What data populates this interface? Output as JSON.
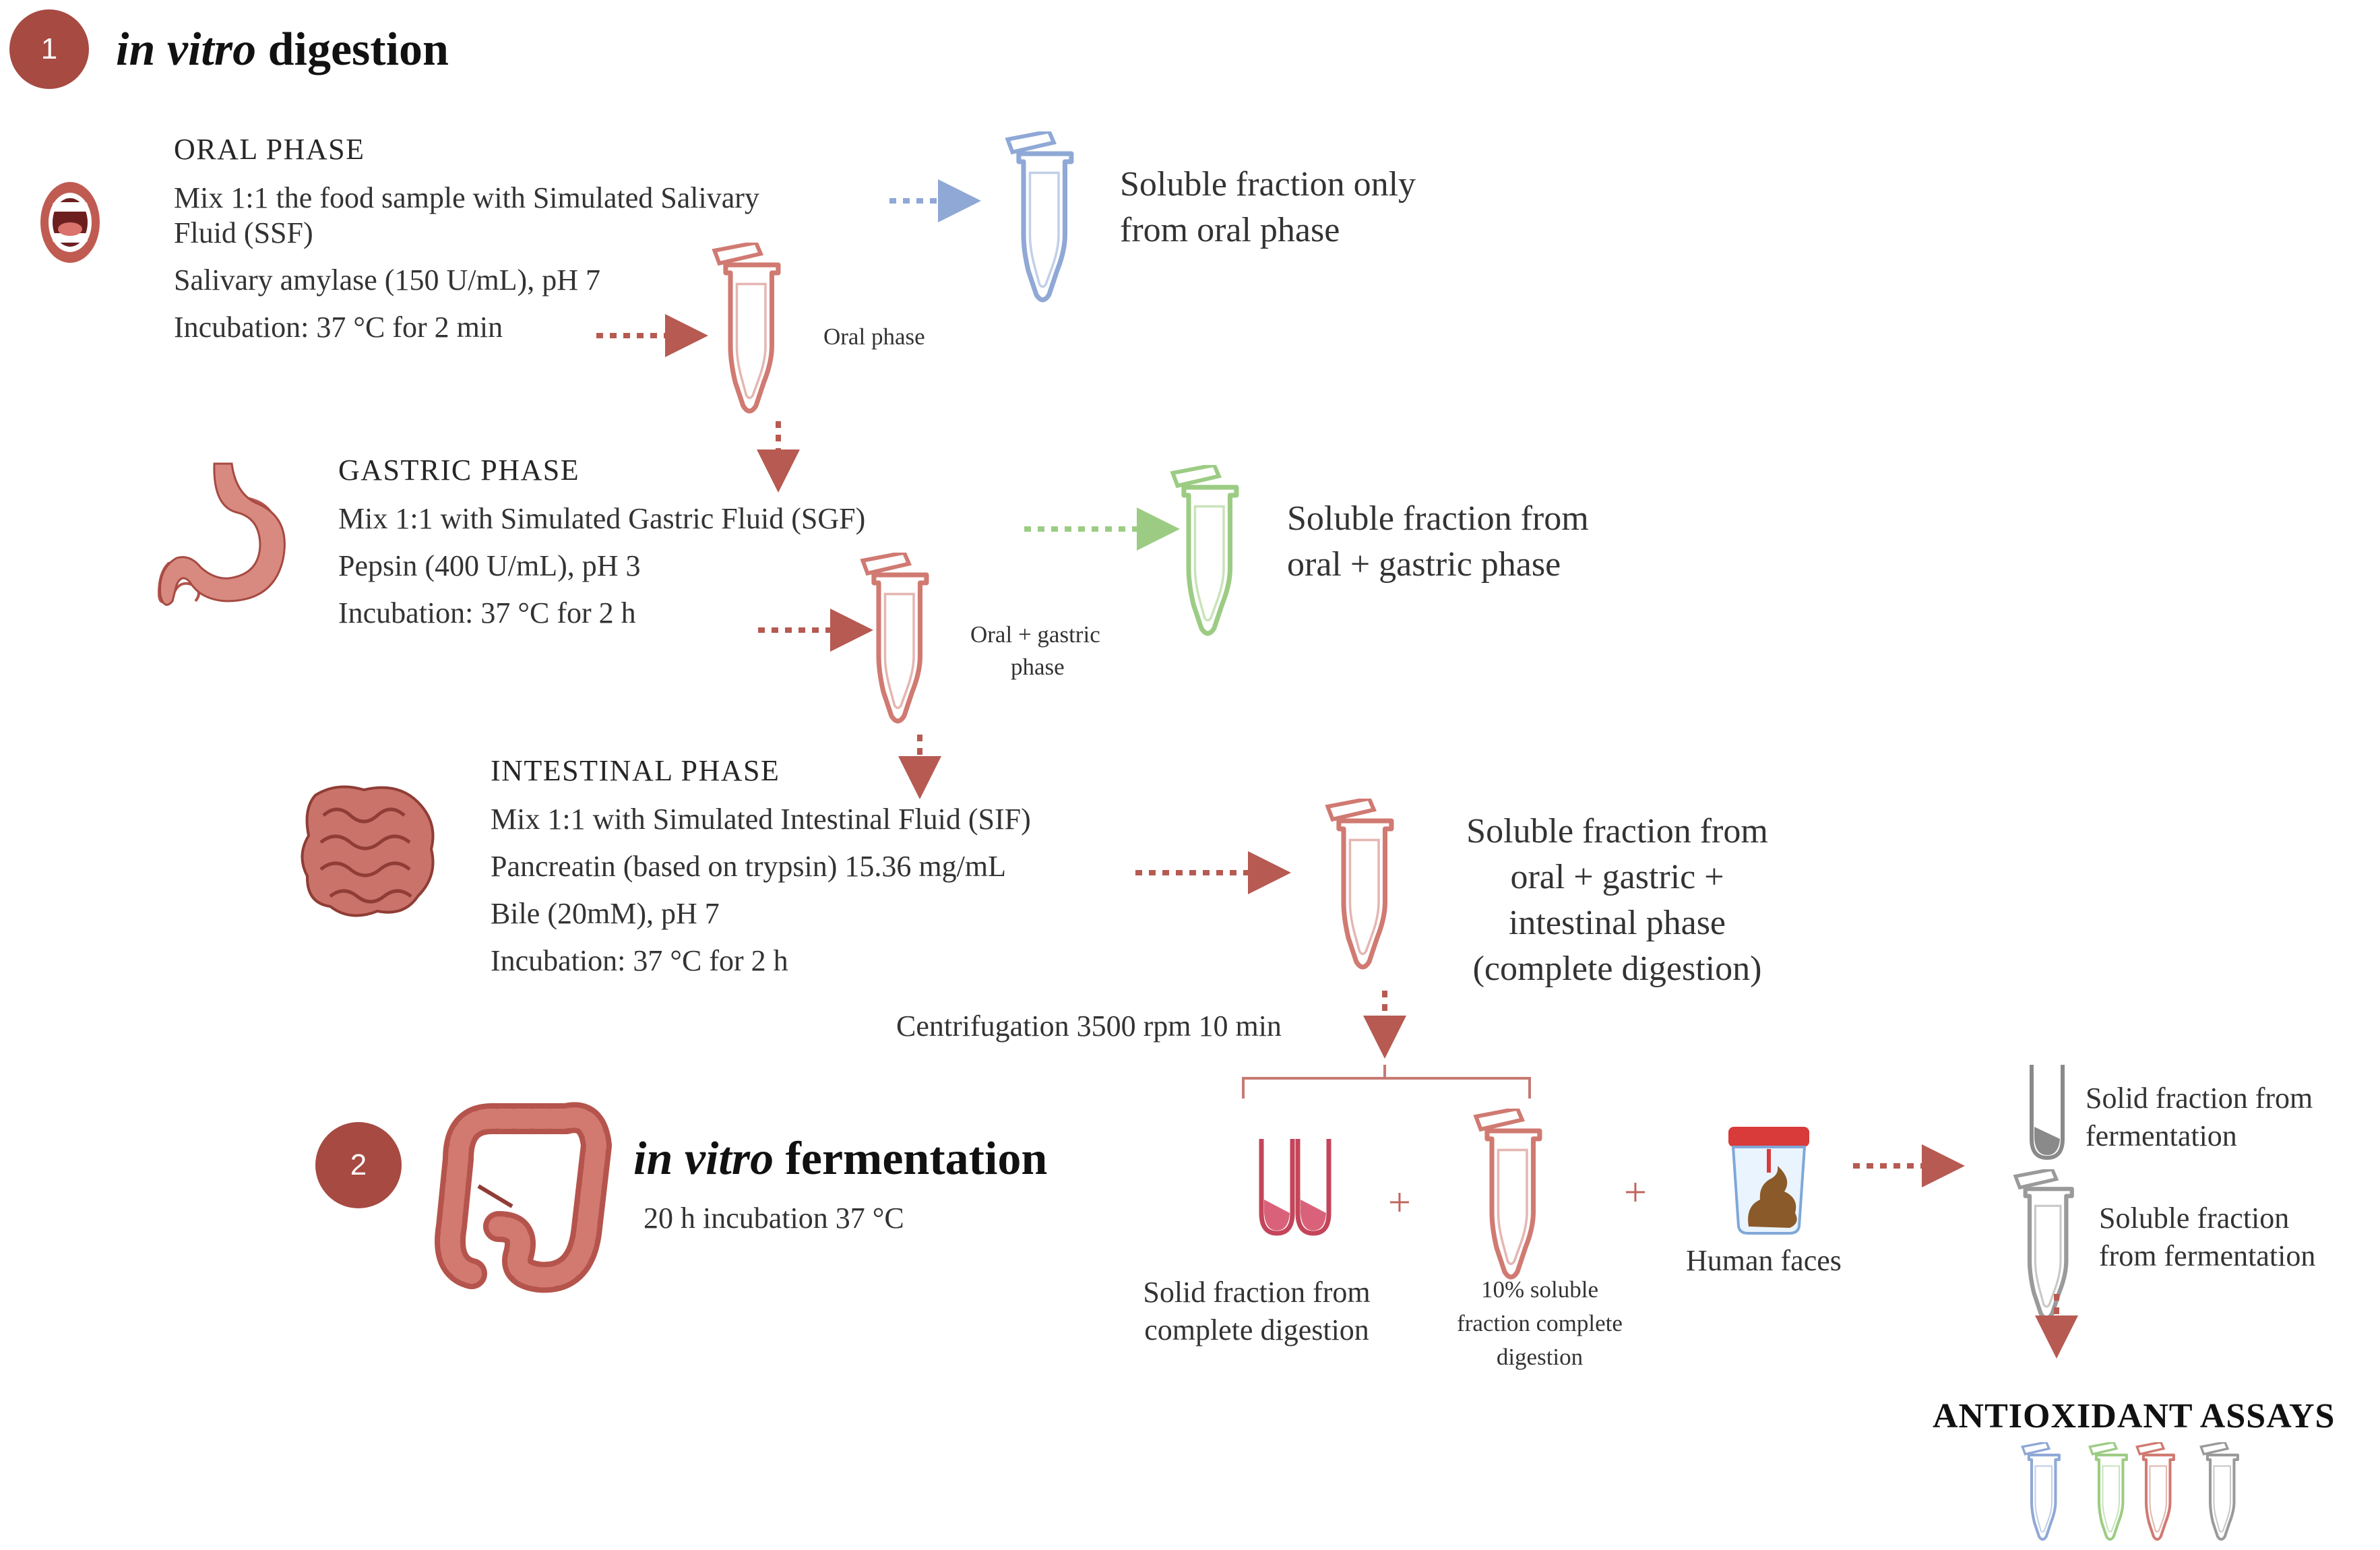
{
  "step1": {
    "number": "1",
    "title_italic": "in vitro",
    "title_rest": " digestion"
  },
  "oral": {
    "heading": "ORAL PHASE",
    "lines": [
      "Mix 1:1 the food sample with Simulated Salivary",
      "Fluid (SSF)",
      "Salivary amylase (150 U/mL), pH 7",
      "Incubation: 37 °C for 2 min"
    ],
    "tube_label": "Oral phase",
    "soluble": [
      "Soluble fraction only",
      "from oral phase"
    ]
  },
  "gastric": {
    "heading": "GASTRIC PHASE",
    "lines": [
      "Mix 1:1 with Simulated Gastric Fluid (SGF)",
      "Pepsin (400 U/mL), pH 3",
      "Incubation: 37 °C for 2 h"
    ],
    "tube_label": [
      "Oral + gastric",
      "phase"
    ],
    "soluble": [
      "Soluble fraction from",
      "oral + gastric phase"
    ]
  },
  "intestinal": {
    "heading": "INTESTINAL PHASE",
    "lines": [
      "Mix 1:1 with Simulated Intestinal Fluid (SIF)",
      "Pancreatin (based on trypsin) 15.36 mg/mL",
      "Bile (20mM), pH 7",
      "Incubation: 37 °C for 2 h"
    ],
    "soluble": [
      "Soluble fraction from",
      "oral + gastric +",
      "intestinal phase",
      "(complete digestion)"
    ]
  },
  "centrifugation": "Centrifugation 3500 rpm 10 min",
  "step2": {
    "number": "2",
    "title_italic": "in vitro",
    "title_rest": " fermentation",
    "subtitle": "20 h incubation 37 °C"
  },
  "fermentation_inputs": {
    "solid": [
      "Solid fraction from",
      "complete digestion"
    ],
    "soluble10": [
      "10% soluble",
      "fraction complete",
      "digestion"
    ],
    "faeces": "Human faces",
    "plus": "+"
  },
  "fermentation_outputs": {
    "solid": [
      "Solid fraction from",
      "fermentation"
    ],
    "soluble": [
      "Soluble fraction",
      "from fermentation"
    ]
  },
  "assays": "ANTIOXIDANT ASSAYS",
  "colors": {
    "brown_red": "#a64a42",
    "oral_blue": "#8fa8d6",
    "gastric_green": "#9ccc84",
    "intestinal_red": "#d07a72",
    "grey": "#9a9a9a"
  },
  "icons": [
    "mouth-icon",
    "stomach-icon",
    "small-intestine-icon",
    "large-intestine-icon",
    "faeces-jar-icon",
    "tube-icon"
  ]
}
